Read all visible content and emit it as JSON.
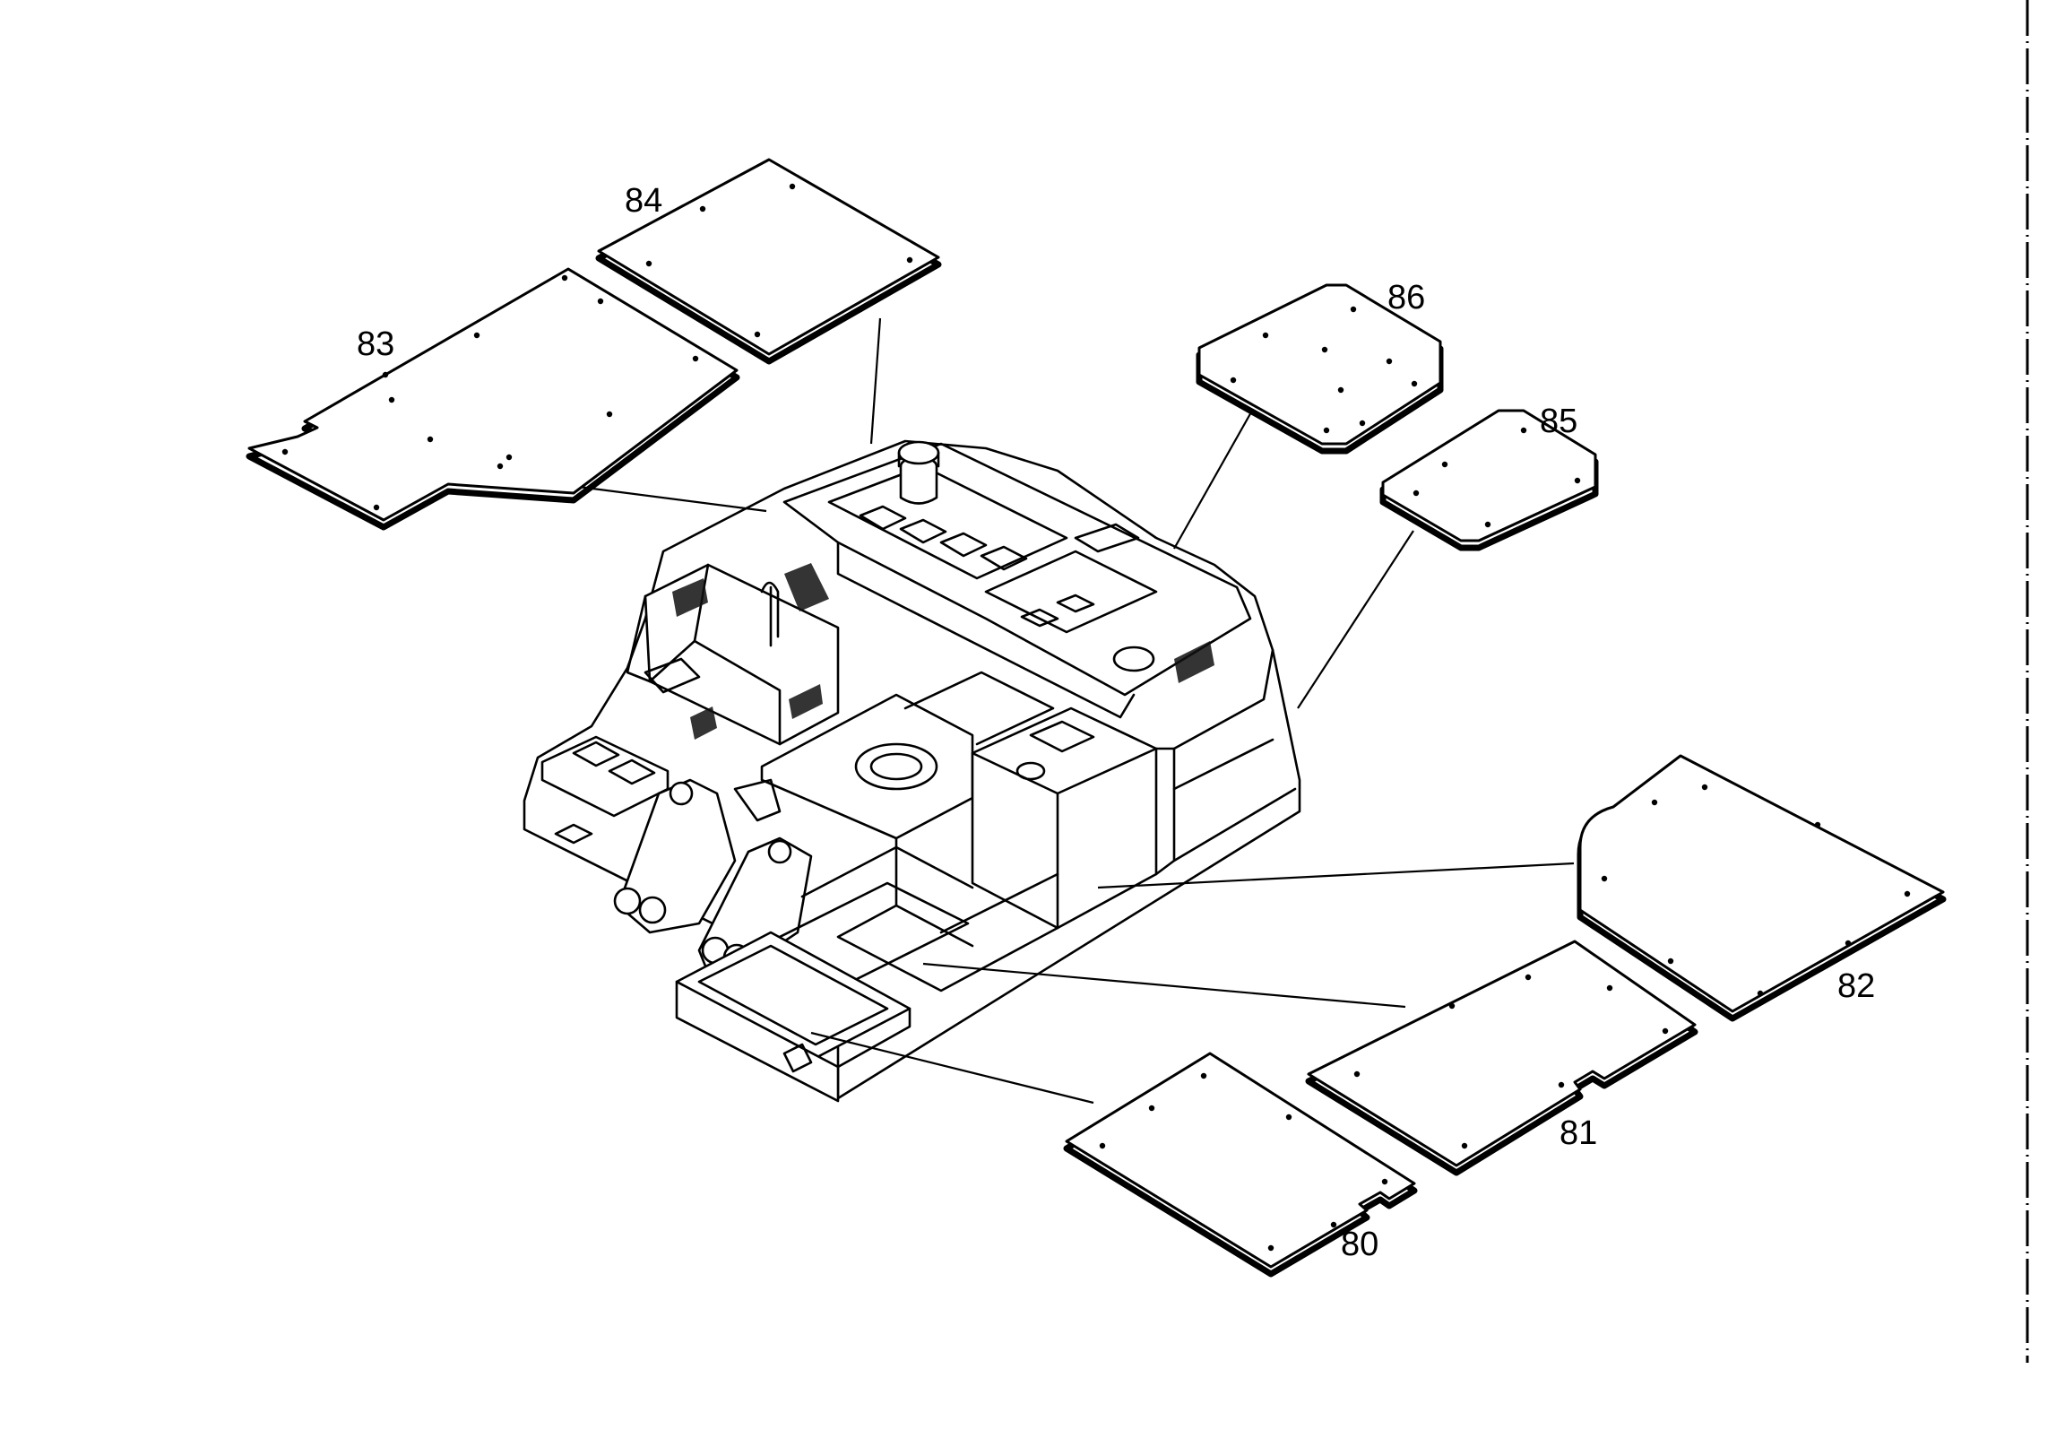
{
  "callouts": {
    "p80": "80",
    "p81": "81",
    "p82": "82",
    "p83": "83",
    "p84": "84",
    "p85": "85",
    "p86": "86"
  },
  "colors": {
    "line": "#000000",
    "background": "#ffffff"
  }
}
